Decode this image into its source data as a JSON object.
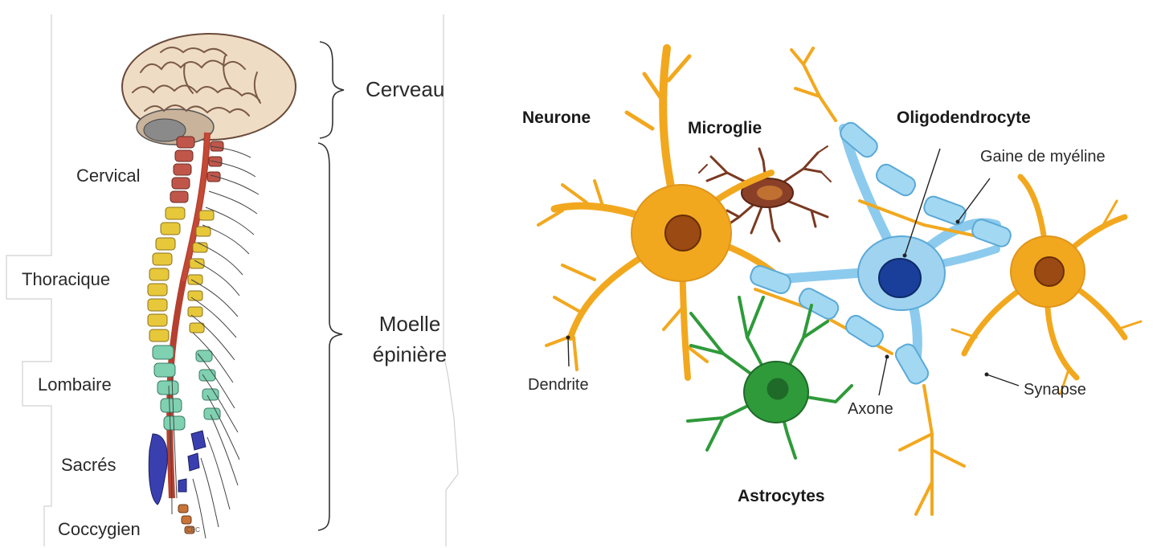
{
  "spine_labels": {
    "cerveau": "Cerveau",
    "cervical": "Cervical",
    "thoracique": "Thoracique",
    "lombaire": "Lombaire",
    "sacres": "Sacrés",
    "coccygien": "Coccygien",
    "moelle_line1": "Moelle",
    "moelle_line2": "épinière"
  },
  "cell_labels": {
    "neurone": "Neurone",
    "microglie": "Microglie",
    "oligodendrocyte": "Oligodendrocyte",
    "gaine": "Gaine de myéline",
    "dendrite": "Dendrite",
    "axone": "Axone",
    "synapse": "Synapse",
    "astrocytes": "Astrocytes"
  },
  "signature": "CBC",
  "colors": {
    "neuron": "#f2a81e",
    "neuron_nucleus": "#9a4a12",
    "oligodendrocyte": "#9fd3f0",
    "oligo_nucleus": "#1a3f9a",
    "astrocyte": "#2f9a3a",
    "microglia": "#7a3a22",
    "vertebra_cervical": "#c0564a",
    "vertebra_thoracic": "#e6c83a",
    "vertebra_lumbar": "#7fd1b2",
    "vertebra_sacral": "#3a3fb0",
    "vertebra_coccyx": "#c8743a"
  }
}
